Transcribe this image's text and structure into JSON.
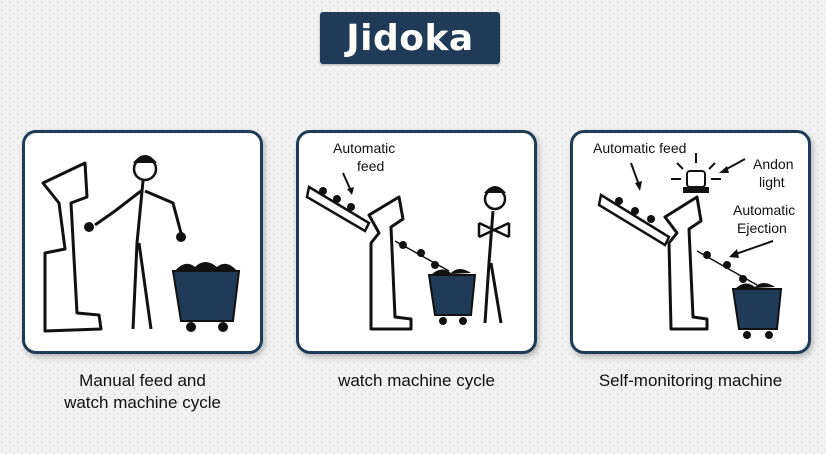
{
  "title": "Jidoka",
  "panels": [
    {
      "caption_line1": "Manual feed and",
      "caption_line2": "watch machine cycle"
    },
    {
      "caption": "watch machine cycle",
      "label_feed_1": "Automatic",
      "label_feed_2": "feed"
    },
    {
      "caption": "Self-monitoring machine",
      "label_feed": "Automatic feed",
      "label_andon_1": "Andon",
      "label_andon_2": "light",
      "label_eject_1": "Automatic",
      "label_eject_2": "Ejection"
    }
  ],
  "colors": {
    "accent": "#1f3b57",
    "bin": "#1f3b57"
  }
}
